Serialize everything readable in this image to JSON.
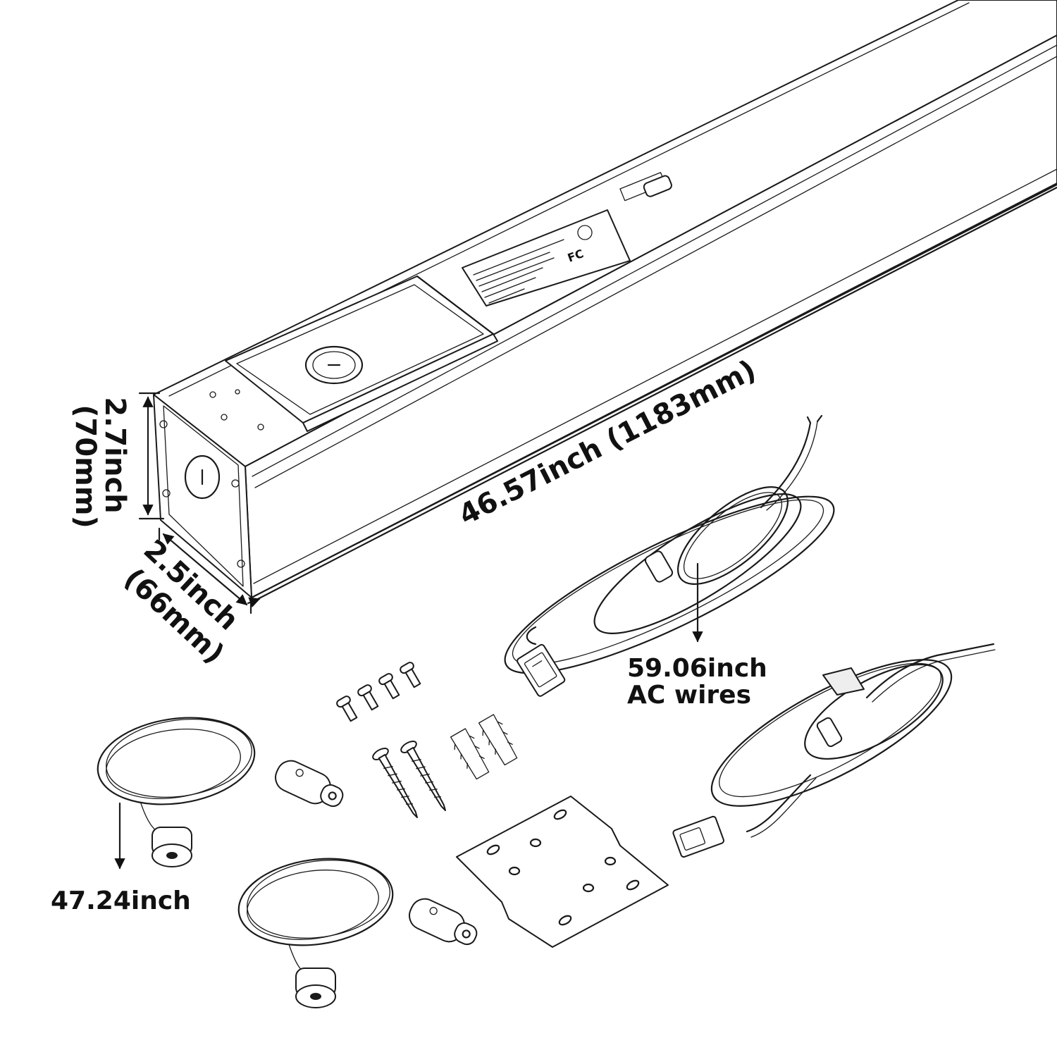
{
  "dimensions": {
    "height": "2.7inch",
    "height_mm": "(70mm)",
    "width": "2.5inch",
    "width_mm": "(66mm)",
    "length": "46.57inch (1183mm)",
    "ac_wire_length": "59.06inch",
    "ac_wire_label": "AC wires",
    "cable_length": "47.24inch"
  },
  "label_plate": {
    "fc_mark": "FC"
  },
  "colors": {
    "line": "#1a1a1a",
    "background": "#ffffff"
  }
}
